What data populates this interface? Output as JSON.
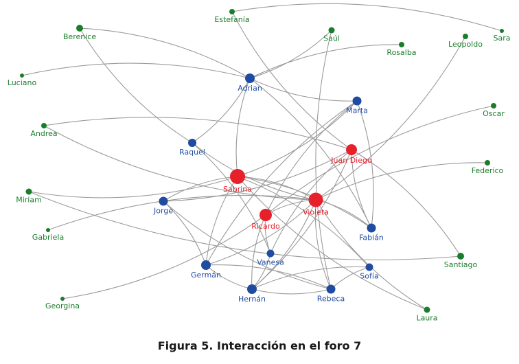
{
  "caption": "Figura 5. Interacción en el foro 7",
  "colors": {
    "green": "#1a7d2b",
    "blue": "#1f4ba0",
    "red": "#e8202a",
    "edge": "#9a9a9a"
  },
  "nodes": [
    {
      "id": "Estefanía",
      "group": "green"
    },
    {
      "id": "Sara",
      "group": "green"
    },
    {
      "id": "Berenice",
      "group": "green"
    },
    {
      "id": "Saúl",
      "group": "green"
    },
    {
      "id": "Rosalba",
      "group": "green"
    },
    {
      "id": "Leopoldo",
      "group": "green"
    },
    {
      "id": "Luciano",
      "group": "green"
    },
    {
      "id": "Adrian",
      "group": "blue"
    },
    {
      "id": "Marta",
      "group": "blue"
    },
    {
      "id": "Oscar",
      "group": "green"
    },
    {
      "id": "Andrea",
      "group": "green"
    },
    {
      "id": "Raquel",
      "group": "blue"
    },
    {
      "id": "Juan Diego",
      "group": "red"
    },
    {
      "id": "Federico",
      "group": "green"
    },
    {
      "id": "Sabrina",
      "group": "red"
    },
    {
      "id": "Miriam",
      "group": "green"
    },
    {
      "id": "Jorge",
      "group": "blue"
    },
    {
      "id": "Violeta",
      "group": "red"
    },
    {
      "id": "Ricardo",
      "group": "red"
    },
    {
      "id": "Gabriela",
      "group": "green"
    },
    {
      "id": "Fabián",
      "group": "blue"
    },
    {
      "id": "Vanesa",
      "group": "blue"
    },
    {
      "id": "Santiago",
      "group": "green"
    },
    {
      "id": "Germán",
      "group": "blue"
    },
    {
      "id": "Sofía",
      "group": "blue"
    },
    {
      "id": "Hernán",
      "group": "blue"
    },
    {
      "id": "Rebeca",
      "group": "blue"
    },
    {
      "id": "Georgina",
      "group": "green"
    },
    {
      "id": "Laura",
      "group": "green"
    }
  ],
  "edges": [
    [
      "Estefanía",
      "Sara"
    ],
    [
      "Estefanía",
      "Juan Diego"
    ],
    [
      "Berenice",
      "Adrian"
    ],
    [
      "Berenice",
      "Raquel"
    ],
    [
      "Luciano",
      "Adrian"
    ],
    [
      "Adrian",
      "Saúl"
    ],
    [
      "Adrian",
      "Rosalba"
    ],
    [
      "Adrian",
      "Marta"
    ],
    [
      "Adrian",
      "Raquel"
    ],
    [
      "Adrian",
      "Sabrina"
    ],
    [
      "Adrian",
      "Fabián"
    ],
    [
      "Saúl",
      "Rebeca"
    ],
    [
      "Leopoldo",
      "Violeta"
    ],
    [
      "Oscar",
      "Ricardo"
    ],
    [
      "Andrea",
      "Juan Diego"
    ],
    [
      "Andrea",
      "Violeta"
    ],
    [
      "Marta",
      "Sabrina"
    ],
    [
      "Marta",
      "Ricardo"
    ],
    [
      "Marta",
      "Fabián"
    ],
    [
      "Marta",
      "Germán"
    ],
    [
      "Juan Diego",
      "Santiago"
    ],
    [
      "Juan Diego",
      "Fabián"
    ],
    [
      "Juan Diego",
      "Hernán"
    ],
    [
      "Juan Diego",
      "Vanesa"
    ],
    [
      "Juan Diego",
      "Jorge"
    ],
    [
      "Federico",
      "Violeta"
    ],
    [
      "Sabrina",
      "Miriam"
    ],
    [
      "Sabrina",
      "Jorge"
    ],
    [
      "Sabrina",
      "Violeta"
    ],
    [
      "Sabrina",
      "Germán"
    ],
    [
      "Sabrina",
      "Sofía"
    ],
    [
      "Sabrina",
      "Laura"
    ],
    [
      "Sabrina",
      "Fabián"
    ],
    [
      "Raquel",
      "Violeta"
    ],
    [
      "Raquel",
      "Vanesa"
    ],
    [
      "Miriam",
      "Santiago"
    ],
    [
      "Jorge",
      "Germán"
    ],
    [
      "Jorge",
      "Rebeca"
    ],
    [
      "Gabriela",
      "Violeta"
    ],
    [
      "Georgina",
      "Ricardo"
    ],
    [
      "Violeta",
      "Fabián"
    ],
    [
      "Violeta",
      "Rebeca"
    ],
    [
      "Violeta",
      "Hernán"
    ],
    [
      "Violeta",
      "Laura"
    ],
    [
      "Violeta",
      "Germán"
    ],
    [
      "Ricardo",
      "Hernán"
    ],
    [
      "Ricardo",
      "Violeta"
    ],
    [
      "Ricardo",
      "Vanesa"
    ],
    [
      "Vanesa",
      "Hernán"
    ],
    [
      "Germán",
      "Hernán"
    ],
    [
      "Germán",
      "Rebeca"
    ],
    [
      "Hernán",
      "Rebeca"
    ],
    [
      "Rebeca",
      "Sofía"
    ],
    [
      "Sofía",
      "Hernán"
    ]
  ]
}
